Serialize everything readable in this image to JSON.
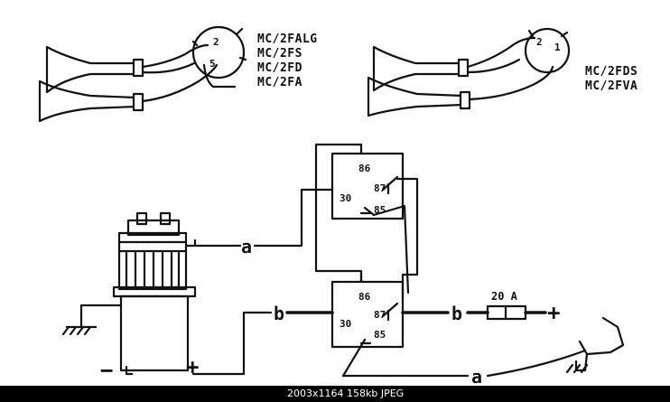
{
  "horn_models_left": [
    "MC/2FALG",
    "MC/2FS",
    "MC/2FD",
    "MC/2FA"
  ],
  "horn_models_right": [
    "MC/2FDS",
    "MC/2FVA"
  ],
  "relay_pins": {
    "upper": {
      "p86": "86",
      "p87": "87",
      "p85": "85",
      "p30": "30"
    },
    "lower": {
      "p86": "86",
      "p87": "87",
      "p85": "85",
      "p30": "30"
    }
  },
  "compressor_terminals": {
    "left_port": "2",
    "right_port": "5",
    "right_port_right_horn": "2",
    "right_port_right_horn_b": "1"
  },
  "wire_labels": {
    "a1": "a",
    "a2": "a",
    "b1": "b",
    "b2": "b"
  },
  "fuse_label": "20 A",
  "polarity": {
    "minus": "−",
    "plus1": "+",
    "plus2": "+"
  },
  "footer_text": "2003x1164 158kb JPEG"
}
